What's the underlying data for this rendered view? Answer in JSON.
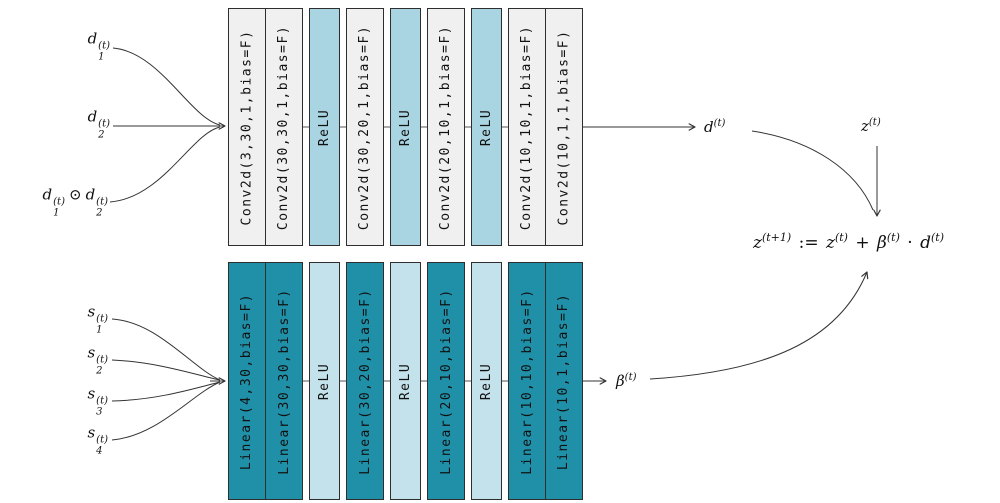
{
  "top": {
    "inputs": [
      {
        "base": "d",
        "sub": "1",
        "sup": "(t)"
      },
      {
        "base": "d",
        "sub": "2",
        "sup": "(t)"
      },
      {
        "base": "d",
        "sub": "1",
        "sup": "(t)",
        "op": "⊙",
        "base2": "d",
        "sub2": "2",
        "sup2": "(t)"
      }
    ],
    "layers": [
      "Conv2d(3,30,1,bias=F)",
      "Conv2d(30,30,1,bias=F)",
      "ReLU",
      "Conv2d(30,20,1,bias=F)",
      "ReLU",
      "Conv2d(20,10,1,bias=F)",
      "ReLU",
      "Conv2d(10,10,1,bias=F)",
      "Conv2d(10,1,1,bias=F)"
    ],
    "output": {
      "base": "d",
      "sup": "(t)"
    }
  },
  "bottom": {
    "inputs": [
      {
        "base": "s",
        "sub": "1",
        "sup": "(t)"
      },
      {
        "base": "s",
        "sub": "2",
        "sup": "(t)"
      },
      {
        "base": "s",
        "sub": "3",
        "sup": "(t)"
      },
      {
        "base": "s",
        "sub": "4",
        "sup": "(t)"
      }
    ],
    "layers": [
      "Linear(4,30,bias=F)",
      "Linear(30,30,bias=F)",
      "ReLU",
      "Linear(30,20,bias=F)",
      "ReLU",
      "Linear(20,10,bias=F)",
      "ReLU",
      "Linear(10,10,bias=F)",
      "Linear(10,1,bias=F)"
    ],
    "output": {
      "base": "β",
      "sup": "(t)"
    }
  },
  "update": {
    "z": {
      "base": "z",
      "sup": "(t)"
    },
    "eq": {
      "lhs": "z",
      "lhs_sup": "(t+1)",
      "assign": ":=",
      "a": "z",
      "a_sup": "(t)",
      "plus": "+",
      "b": "β",
      "b_sup": "(t)",
      "cdot": "·",
      "c": "d",
      "c_sup": "(t)"
    }
  },
  "colors": {
    "conv_fill": "#f0f0f0",
    "linear_fill": "#2090a8",
    "relu_top_fill": "#a9d5e3",
    "relu_bottom_fill": "#c4e2eb",
    "border": "#2e2e2e",
    "wire": "#333333",
    "text": "#111111",
    "background": "#ffffff"
  }
}
